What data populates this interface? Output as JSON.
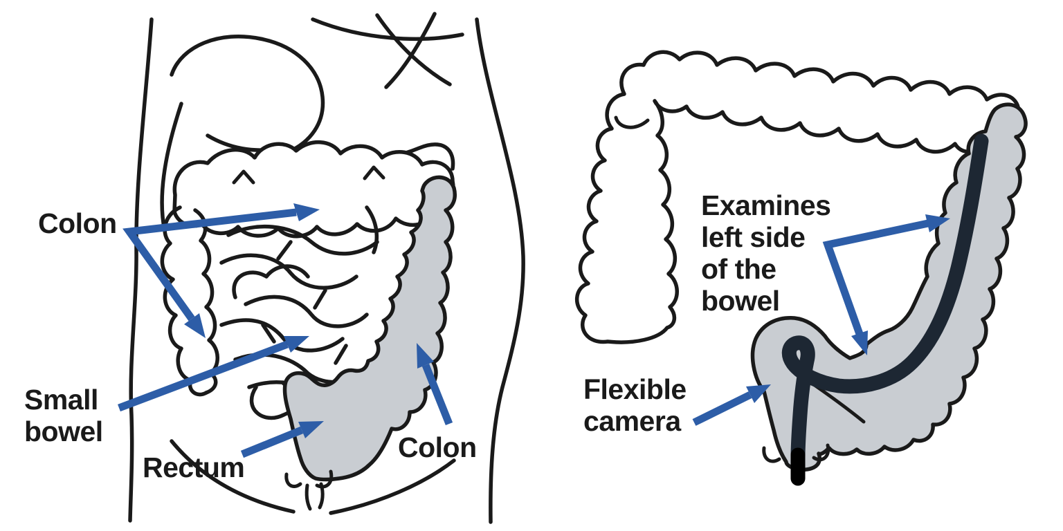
{
  "colors": {
    "arrow_blue": "#2d5da7",
    "bowel_gray": "#c9cdd2",
    "scope_dark": "#1d2733",
    "ink": "#1a1a1a",
    "background": "#ffffff"
  },
  "left_figure": {
    "labels": {
      "colon_upper": "Colon",
      "small_bowel": "Small\nbowel",
      "rectum": "Rectum",
      "colon_lower": "Colon"
    }
  },
  "right_figure": {
    "labels": {
      "examines": "Examines\nleft side\nof the\nbowel",
      "flexible_camera": "Flexible\ncamera"
    }
  }
}
